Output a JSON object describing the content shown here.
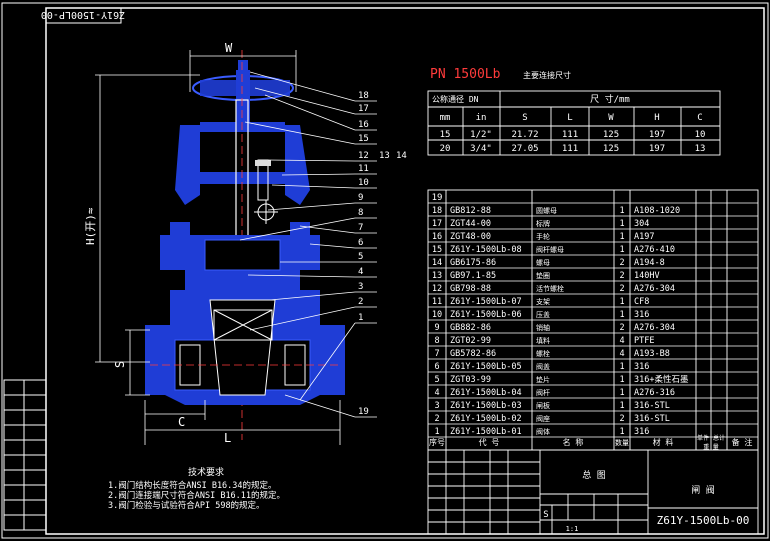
{
  "drawing_code_stamp": "Z61Y-1500LP-00",
  "pressure_title": "PN 1500Lb",
  "dim_table_caption": "主要连接尺寸",
  "dim_table": {
    "hdr_dn": "公称通径 DN",
    "hdr_size": "尺 寸/mm",
    "hdr_mm": "mm",
    "hdr_in": "in",
    "cols": [
      "S",
      "L",
      "W",
      "H",
      "C"
    ],
    "rows": [
      {
        "mm": "15",
        "in": "1/2\"",
        "S": "21.72",
        "L": "111",
        "W": "125",
        "H": "197",
        "C": "10"
      },
      {
        "mm": "20",
        "in": "3/4\"",
        "S": "27.05",
        "L": "111",
        "W": "125",
        "H": "197",
        "C": "13"
      }
    ]
  },
  "dim_labels": {
    "W": "W",
    "H": "H(开)≈",
    "S": "S",
    "C": "C",
    "L": "L"
  },
  "leaders": [
    "18",
    "17",
    "16",
    "15",
    "12",
    "13",
    "14",
    "11",
    "10",
    "9",
    "8",
    "7",
    "6",
    "5",
    "4",
    "3",
    "2",
    "1",
    "19"
  ],
  "bom": {
    "top_no": "19",
    "rows": [
      {
        "no": "18",
        "code": "GB812-88",
        "name": "圆螺母",
        "qty": "1",
        "mat": "A108-1020"
      },
      {
        "no": "17",
        "code": "ZGT44-00",
        "name": "标牌",
        "qty": "1",
        "mat": "304"
      },
      {
        "no": "16",
        "code": "ZGT48-00",
        "name": "手轮",
        "qty": "1",
        "mat": "A197"
      },
      {
        "no": "15",
        "code": "Z61Y-1500Lb-08",
        "name": "阀杆螺母",
        "qty": "1",
        "mat": "A276-410"
      },
      {
        "no": "14",
        "code": "GB6175-86",
        "name": "螺母",
        "qty": "2",
        "mat": "A194-8"
      },
      {
        "no": "13",
        "code": "GB97.1-85",
        "name": "垫圈",
        "qty": "2",
        "mat": "140HV"
      },
      {
        "no": "12",
        "code": "GB798-88",
        "name": "活节螺栓",
        "qty": "2",
        "mat": "A276-304"
      },
      {
        "no": "11",
        "code": "Z61Y-1500Lb-07",
        "name": "支架",
        "qty": "1",
        "mat": "CF8"
      },
      {
        "no": "10",
        "code": "Z61Y-1500Lb-06",
        "name": "压盖",
        "qty": "1",
        "mat": "316"
      },
      {
        "no": "9",
        "code": "GB882-86",
        "name": "销轴",
        "qty": "2",
        "mat": "A276-304"
      },
      {
        "no": "8",
        "code": "ZGT02-99",
        "name": "填料",
        "qty": "4",
        "mat": "PTFE"
      },
      {
        "no": "7",
        "code": "GB5782-86",
        "name": "螺栓",
        "qty": "4",
        "mat": "A193-B8"
      },
      {
        "no": "6",
        "code": "Z61Y-1500Lb-05",
        "name": "阀盖",
        "qty": "1",
        "mat": "316"
      },
      {
        "no": "5",
        "code": "ZGT03-99",
        "name": "垫片",
        "qty": "1",
        "mat": "316+柔性石墨"
      },
      {
        "no": "4",
        "code": "Z61Y-1500Lb-04",
        "name": "阀杆",
        "qty": "1",
        "mat": "A276-316"
      },
      {
        "no": "3",
        "code": "Z61Y-1500Lb-03",
        "name": "闸板",
        "qty": "1",
        "mat": "316-STL"
      },
      {
        "no": "2",
        "code": "Z61Y-1500Lb-02",
        "name": "阀座",
        "qty": "2",
        "mat": "316-STL"
      },
      {
        "no": "1",
        "code": "Z61Y-1500Lb-01",
        "name": "阀体",
        "qty": "1",
        "mat": "316"
      }
    ],
    "header": {
      "no": "序号",
      "code": "代 号",
      "name": "名 称",
      "qty": "数量",
      "mat": "材 料",
      "unit": "单件",
      "total": "总计",
      "weight": "重 量",
      "remark": "备 注"
    }
  },
  "title_block": {
    "assembly_label": "总 图",
    "product_name": "闸 阀",
    "drawing_no": "Z61Y-1500Lb-00",
    "scale_s": "S",
    "scale_ratio": "1:1"
  },
  "tech_notes": {
    "heading": "技术要求",
    "items": [
      "1.阀门结构长度符合ANSI B16.34的规定。",
      "2.阀门连接端尺寸符合ANSI B16.11的规定。",
      "3.阀门检验与试验符合API 598的规定。"
    ]
  }
}
